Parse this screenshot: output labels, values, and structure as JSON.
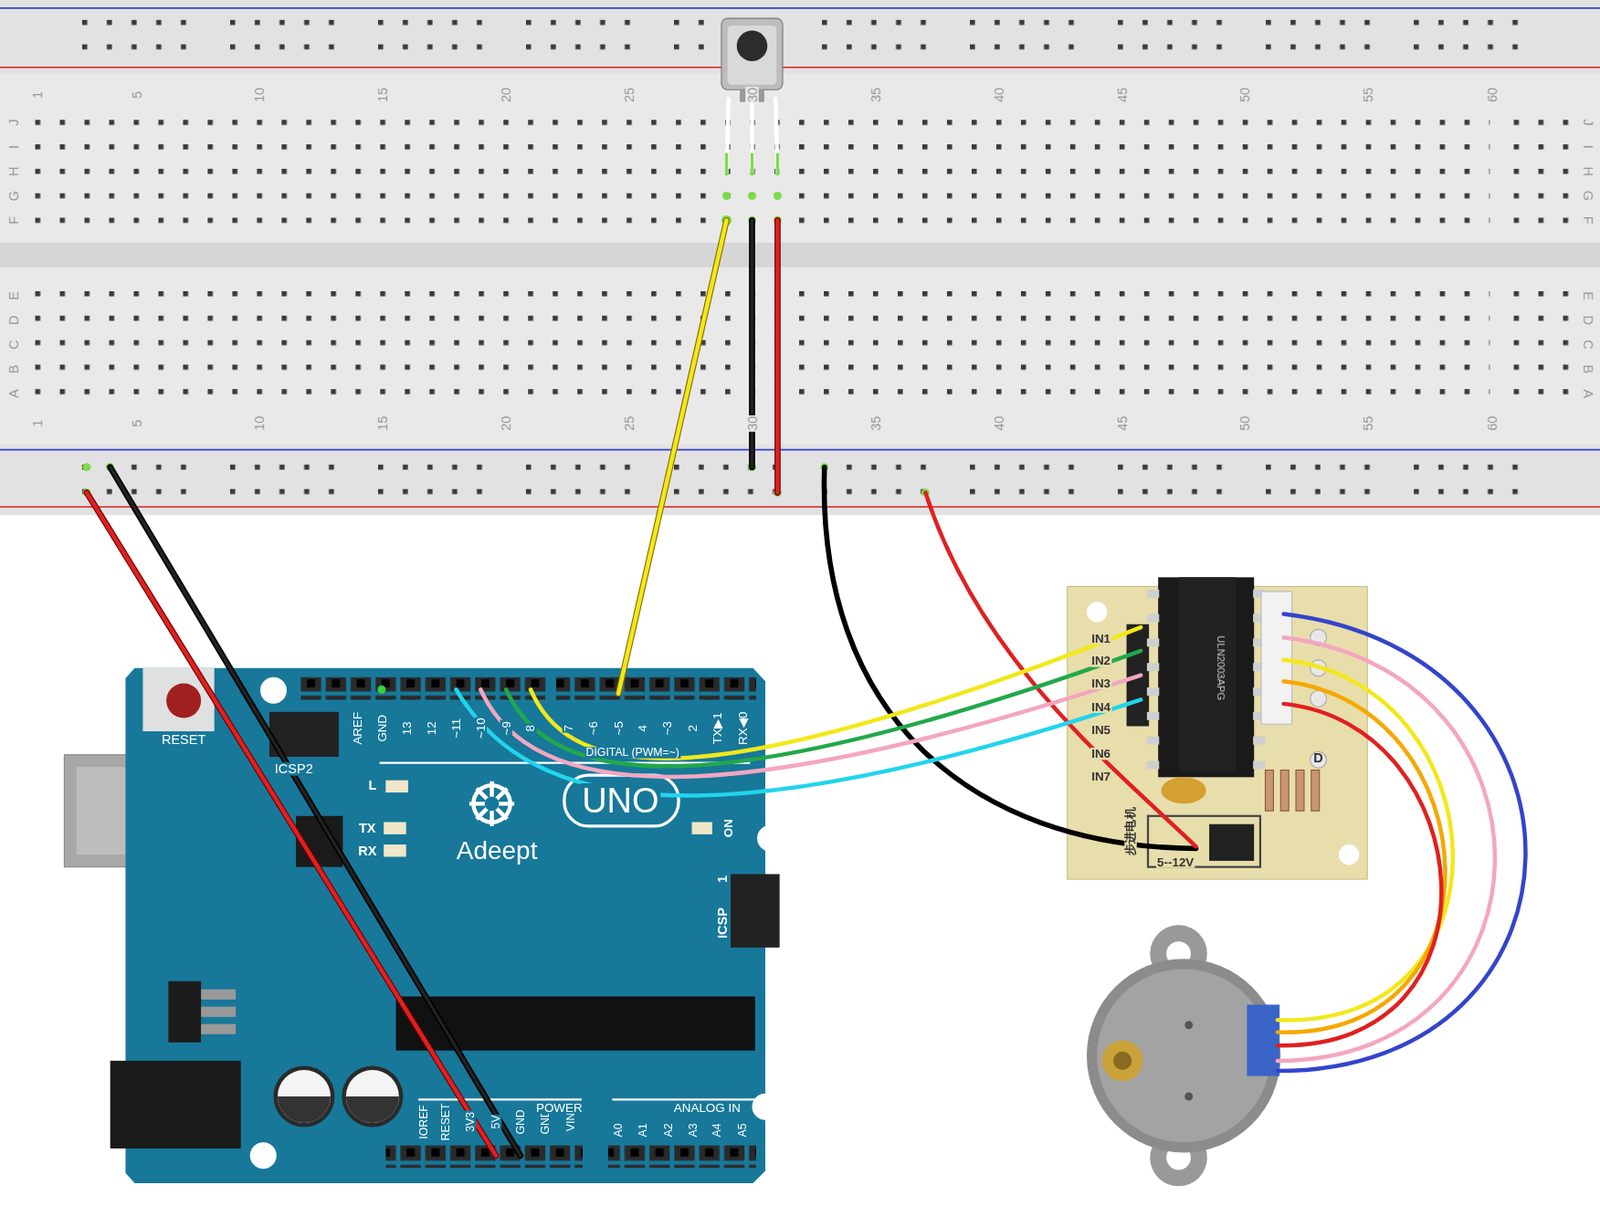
{
  "diagram": {
    "labels": [
      "1",
      "5",
      "10",
      "15",
      "20",
      "25",
      "30",
      "35",
      "40",
      "45",
      "50",
      "55",
      "60",
      "1",
      "5",
      "10",
      "15",
      "20",
      "25",
      "30",
      "35",
      "40",
      "45",
      "50",
      "55",
      "60",
      "J",
      "I",
      "H",
      "G",
      "F",
      "E",
      "D",
      "C",
      "B",
      "A",
      "J",
      "I",
      "H",
      "G",
      "F",
      "E",
      "D",
      "C",
      "B",
      "A",
      "AREF",
      "GND",
      "13",
      "12",
      "~11",
      "~10",
      "~9",
      "8",
      "7",
      "~6",
      "~5",
      "4",
      "~3",
      "2",
      "TX▶1",
      "RX◀0",
      "DIGITAL (PWM=~)",
      "RESET",
      "ICSP2",
      "L",
      "TX",
      "RX",
      "Adeept",
      "UNO",
      "ON",
      "ICSP",
      "1",
      "IOREF",
      "RESET",
      "3V3",
      "5V",
      "GND",
      "GND",
      "VIN",
      "POWER",
      "ANALOG IN",
      "A0",
      "A1",
      "A2",
      "A3",
      "A4",
      "A5",
      "IN1",
      "IN2",
      "IN3",
      "IN4",
      "IN5",
      "IN6",
      "IN7",
      "ULN2003APG",
      "D",
      "步进电机",
      "5--12V"
    ]
  }
}
